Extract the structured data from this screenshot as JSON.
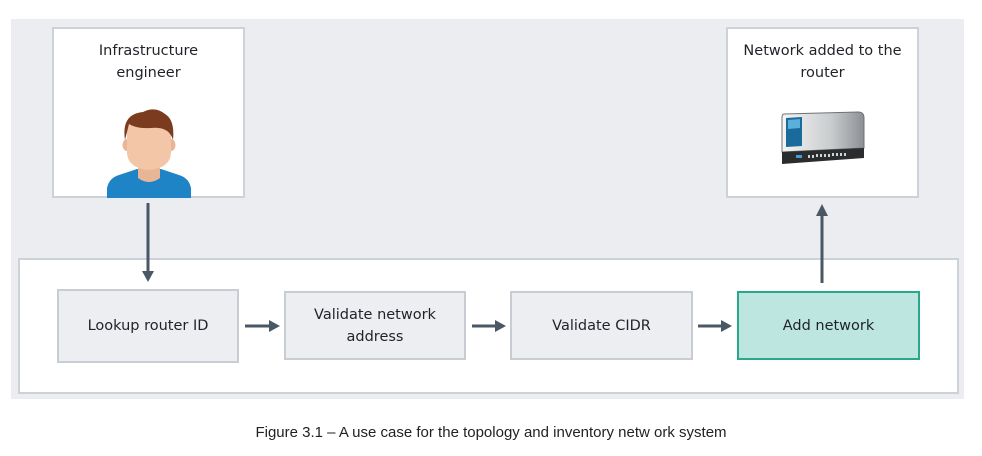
{
  "diagram": {
    "actors": {
      "engineer": {
        "label": "Infrastructure engineer",
        "icon": "person-icon"
      },
      "result": {
        "label": "Network added to the router",
        "icon": "router-icon"
      }
    },
    "steps": [
      {
        "label": "Lookup router ID"
      },
      {
        "label": "Validate network address"
      },
      {
        "label": "Validate CIDR"
      },
      {
        "label": "Add network"
      }
    ],
    "colors": {
      "panel": "#ebedf0",
      "step_fill": "#eceef1",
      "highlight_fill": "#bde6e1",
      "highlight_border": "#2aa88e",
      "arrow": "#4a5866"
    }
  },
  "caption": "Figure 3.1 – A use case for the topology and inventory netw ork system"
}
